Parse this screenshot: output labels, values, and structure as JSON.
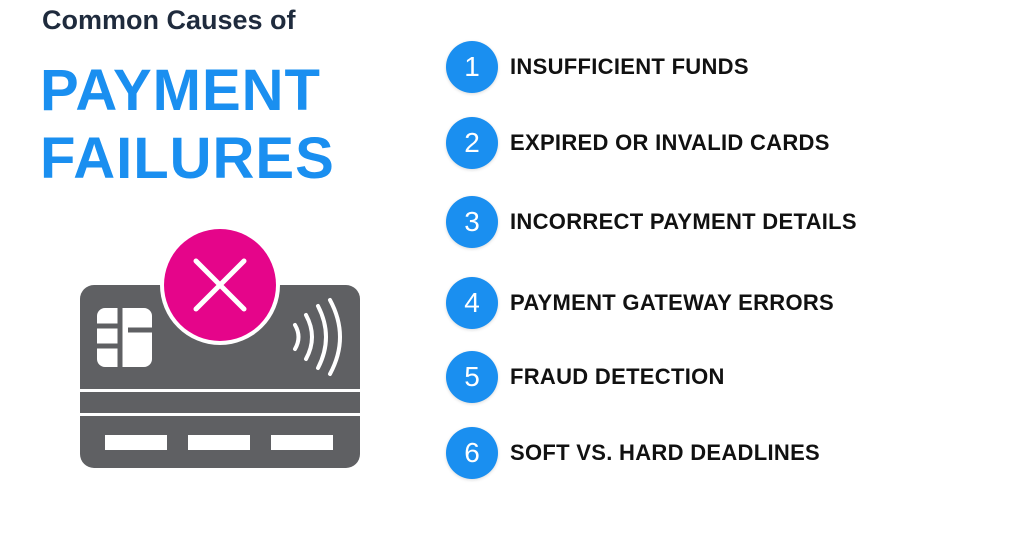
{
  "title": {
    "subtitle": "Common Causes of",
    "line1": "PAYMENT",
    "line2": "FAILURES"
  },
  "colors": {
    "accent": "#1a8ff0",
    "error": "#e5058a",
    "card": "#5f6063"
  },
  "illustration": {
    "icon": "credit-card-declined-icon"
  },
  "causes": [
    {
      "number": "1",
      "label": "INSUFFICIENT FUNDS"
    },
    {
      "number": "2",
      "label": "EXPIRED OR INVALID CARDS"
    },
    {
      "number": "3",
      "label": "INCORRECT PAYMENT DETAILS"
    },
    {
      "number": "4",
      "label": "PAYMENT GATEWAY ERRORS"
    },
    {
      "number": "5",
      "label": "FRAUD DETECTION"
    },
    {
      "number": "6",
      "label": "SOFT VS. HARD DEADLINES"
    }
  ]
}
